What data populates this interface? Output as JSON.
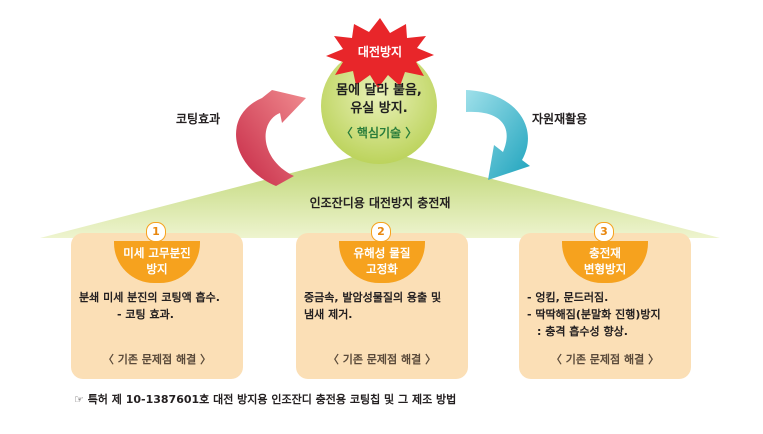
{
  "burst_label": "대전방지",
  "center": {
    "line1": "몸에 달라 붙음,",
    "line2": "유실 방지.",
    "core": "〈 핵심기술 〉"
  },
  "left_label": "코팅효과",
  "right_label": "자원재활용",
  "roof_title": "인조잔디용 대전방지 충전재",
  "cards": [
    {
      "number": "1",
      "title1": "미세 고무분진",
      "title2": "방지",
      "body1": "분쇄 미세 분진의 코팅액 흡수.",
      "body2": "- 코팅 효과.",
      "body3": "",
      "foot": "〈 기존 문제점 해결 〉"
    },
    {
      "number": "2",
      "title1": "유해성 물질",
      "title2": "고정화",
      "body1": "중금속, 발암성물질의 용출 및",
      "body2": "냄새 제거.",
      "body3": "",
      "foot": "〈 기존 문제점 해결 〉"
    },
    {
      "number": "3",
      "title1": "충전재",
      "title2": "변형방지",
      "body1": "- 엉킴, 문드러짐.",
      "body2": "- 딱딱해짐(분말화 진행)방지",
      "body3": ": 충격 흡수성 향상.",
      "foot": "〈 기존 문제점 해결 〉"
    }
  ],
  "footnote": "☞ 특허 제 10-1387601호 대전 방지용 인조잔디 충전용 코팅칩 및 그 제조 방법",
  "colors": {
    "burst": "#e8262a",
    "center_circle": "#c9dc6b",
    "left_arrow": "#e0475a",
    "right_arrow": "#2bb3c9",
    "roof": "#cfe08a",
    "card": "#fbdfb6",
    "pill": "#f6a21e"
  }
}
